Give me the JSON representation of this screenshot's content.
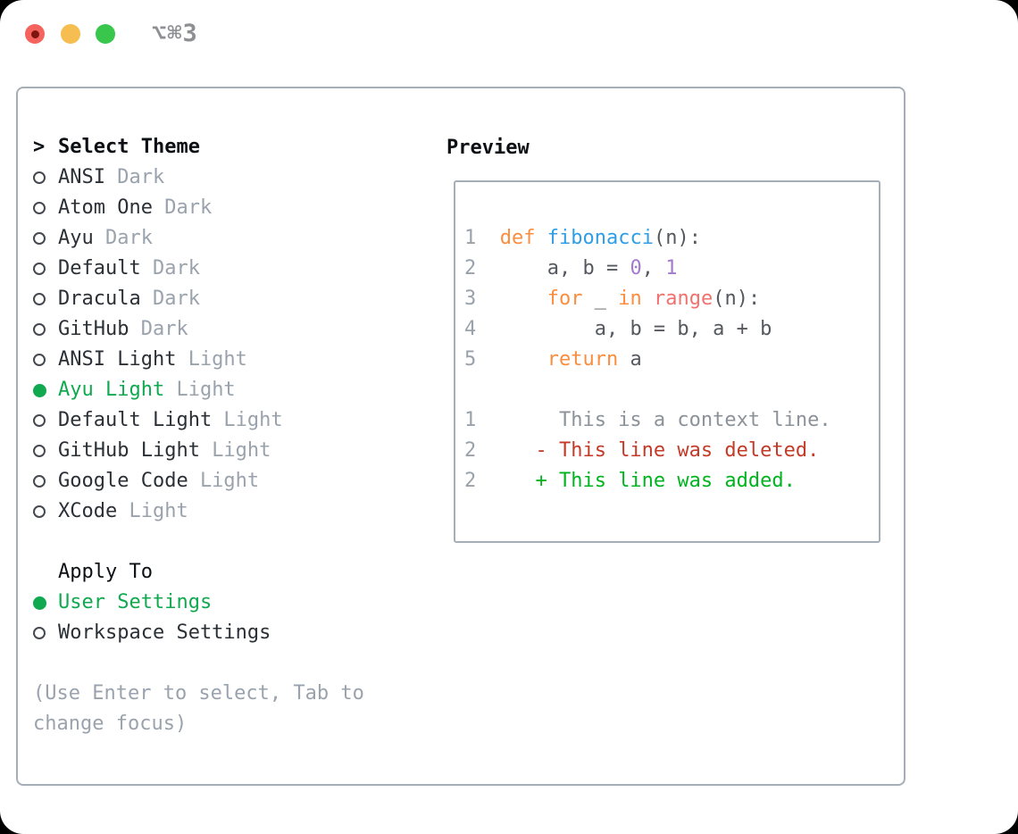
{
  "titlebar": {
    "shortcut": "⌥⌘3"
  },
  "theme_picker": {
    "cursor": ">",
    "title": "Select Theme",
    "items": [
      {
        "name": "ANSI",
        "variant": "Dark",
        "selected": false
      },
      {
        "name": "Atom One",
        "variant": "Dark",
        "selected": false
      },
      {
        "name": "Ayu",
        "variant": "Dark",
        "selected": false
      },
      {
        "name": "Default",
        "variant": "Dark",
        "selected": false
      },
      {
        "name": "Dracula",
        "variant": "Dark",
        "selected": false
      },
      {
        "name": "GitHub",
        "variant": "Dark",
        "selected": false
      },
      {
        "name": "ANSI Light",
        "variant": "Light",
        "selected": false
      },
      {
        "name": "Ayu Light",
        "variant": "Light",
        "selected": true
      },
      {
        "name": "Default Light",
        "variant": "Light",
        "selected": false
      },
      {
        "name": "GitHub Light",
        "variant": "Light",
        "selected": false
      },
      {
        "name": "Google Code",
        "variant": "Light",
        "selected": false
      },
      {
        "name": "XCode",
        "variant": "Light",
        "selected": false
      }
    ],
    "apply_to": {
      "title": "Apply To",
      "options": [
        {
          "name": "User Settings",
          "selected": true
        },
        {
          "name": "Workspace Settings",
          "selected": false
        }
      ]
    },
    "hint_lines": [
      "(Use Enter to select, Tab to",
      "change focus)"
    ]
  },
  "preview": {
    "title": "Preview",
    "code_lines": [
      [
        {
          "t": "1  ",
          "c": "lineno"
        },
        {
          "t": "def",
          "c": "kw"
        },
        {
          "t": " ",
          "c": "pl"
        },
        {
          "t": "fibonacci",
          "c": "fn"
        },
        {
          "t": "(n):",
          "c": "pl"
        }
      ],
      [
        {
          "t": "2  ",
          "c": "lineno"
        },
        {
          "t": "    a, b = ",
          "c": "pl"
        },
        {
          "t": "0",
          "c": "num"
        },
        {
          "t": ", ",
          "c": "pl"
        },
        {
          "t": "1",
          "c": "num"
        }
      ],
      [
        {
          "t": "3  ",
          "c": "lineno"
        },
        {
          "t": "    ",
          "c": "pl"
        },
        {
          "t": "for",
          "c": "kw"
        },
        {
          "t": " _ ",
          "c": "pl"
        },
        {
          "t": "in",
          "c": "kw"
        },
        {
          "t": " ",
          "c": "pl"
        },
        {
          "t": "range",
          "c": "call"
        },
        {
          "t": "(n):",
          "c": "pl"
        }
      ],
      [
        {
          "t": "4  ",
          "c": "lineno"
        },
        {
          "t": "        a, b = b, a + b",
          "c": "pl"
        }
      ],
      [
        {
          "t": "5  ",
          "c": "lineno"
        },
        {
          "t": "    ",
          "c": "pl"
        },
        {
          "t": "return",
          "c": "kw"
        },
        {
          "t": " a",
          "c": "pl"
        }
      ],
      [],
      [
        {
          "t": "1",
          "c": "lineno"
        },
        {
          "t": "       This is a context line.",
          "c": "ctx"
        }
      ],
      [
        {
          "t": "2",
          "c": "lineno"
        },
        {
          "t": "     - This line was deleted.",
          "c": "del"
        }
      ],
      [
        {
          "t": "2",
          "c": "lineno"
        },
        {
          "t": "     + This line was added.",
          "c": "add"
        }
      ]
    ]
  },
  "colors": {
    "accent_green": "#10a94f",
    "muted": "#9aa3ad",
    "text": "#2b3036",
    "heading": "#0c0f13",
    "bullet": "#45494f",
    "border": "#a6aeb8",
    "kw": "#fa8d3e",
    "fn": "#2f9ee6",
    "call": "#f0716e",
    "numlit": "#a37acc",
    "code": "#55595f",
    "lineno": "#99a1aa",
    "ctx": "#8b9299",
    "del": "#c43a28",
    "add": "#00b41f",
    "traffic_red": "#f4635e",
    "traffic_red_dot": "#7e150f",
    "traffic_yellow": "#f6bd50",
    "traffic_green": "#38c74c",
    "shortcut_gray": "#8d8f92",
    "page_corner": "#000000",
    "window_bg": "#ffffff"
  }
}
